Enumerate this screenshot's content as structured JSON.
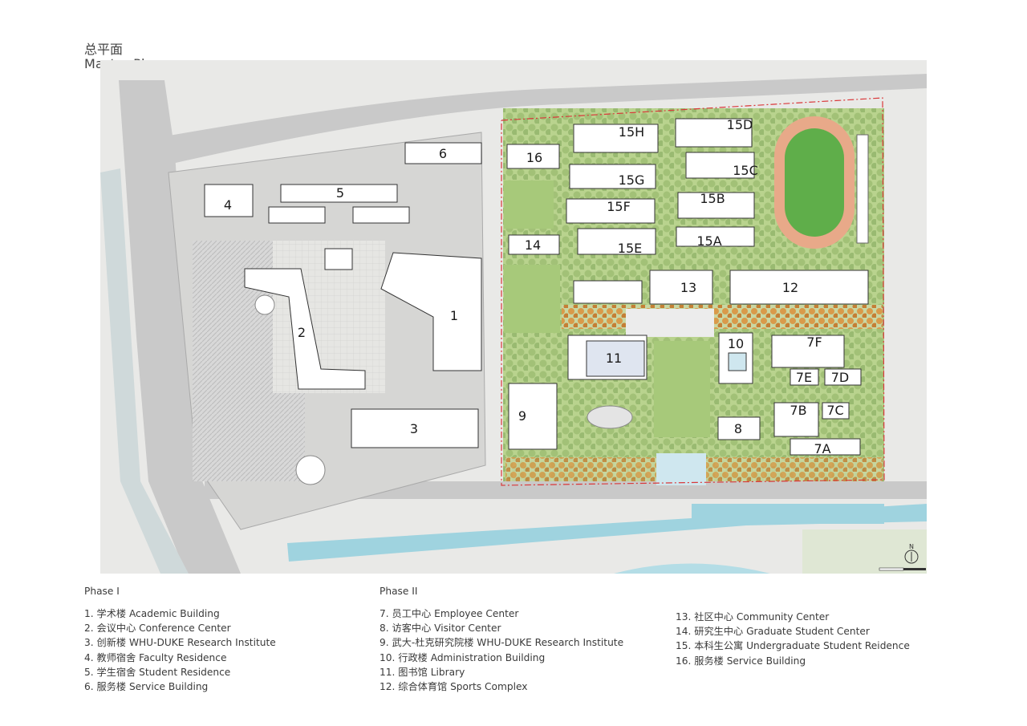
{
  "title": {
    "cn": "总平面",
    "en": "Master Plan"
  },
  "buildings": {
    "b1": "1",
    "b2": "2",
    "b3": "3",
    "b4": "4",
    "b5": "5",
    "b6": "6",
    "b7a": "7A",
    "b7b": "7B",
    "b7c": "7C",
    "b7d": "7D",
    "b7e": "7E",
    "b7f": "7F",
    "b8": "8",
    "b9": "9",
    "b10": "10",
    "b11": "11",
    "b12": "12",
    "b13": "13",
    "b14": "14",
    "b15a": "15A",
    "b15b": "15B",
    "b15c": "15C",
    "b15d": "15D",
    "b15e": "15E",
    "b15f": "15F",
    "b15g": "15G",
    "b15h": "15H",
    "b16": "16"
  },
  "map_text": {
    "north": "N"
  },
  "legend": {
    "phase1": {
      "title": "Phase I",
      "items": [
        "1. 学术楼 Academic Building",
        "2. 会议中心 Conference Center",
        "3. 创新楼 WHU-DUKE Research Institute",
        "4. 教师宿舍 Faculty Residence",
        "5. 学生宿舍 Student Residence",
        "6. 服务楼 Service Building"
      ]
    },
    "phase2": {
      "title": "Phase II",
      "items": [
        "7. 员工中心 Employee Center",
        "8. 访客中心 Visitor Center",
        "9. 武大-杜克研究院楼 WHU-DUKE Research Institute",
        "10. 行政楼 Administration Building",
        "11. 图书馆 Library",
        "12. 综合体育馆 Sports Complex"
      ]
    },
    "phase2_cont": {
      "items": [
        "13. 社区中心 Community Center",
        "14. 研究生中心 Graduate Student Center",
        "15. 本科生公寓 Undergraduate Student Reidence",
        "16. 服务楼 Service Building"
      ]
    }
  },
  "colors": {
    "road": "#c9c9c9",
    "ground": "#e9e9e7",
    "lawn": "#a7c97a",
    "tree": "#8fb365",
    "autumn": "#d99a4a",
    "water": "#9fd3df",
    "track": "#e8a989",
    "field": "#5fae4a",
    "boundary": "#d9383a"
  }
}
